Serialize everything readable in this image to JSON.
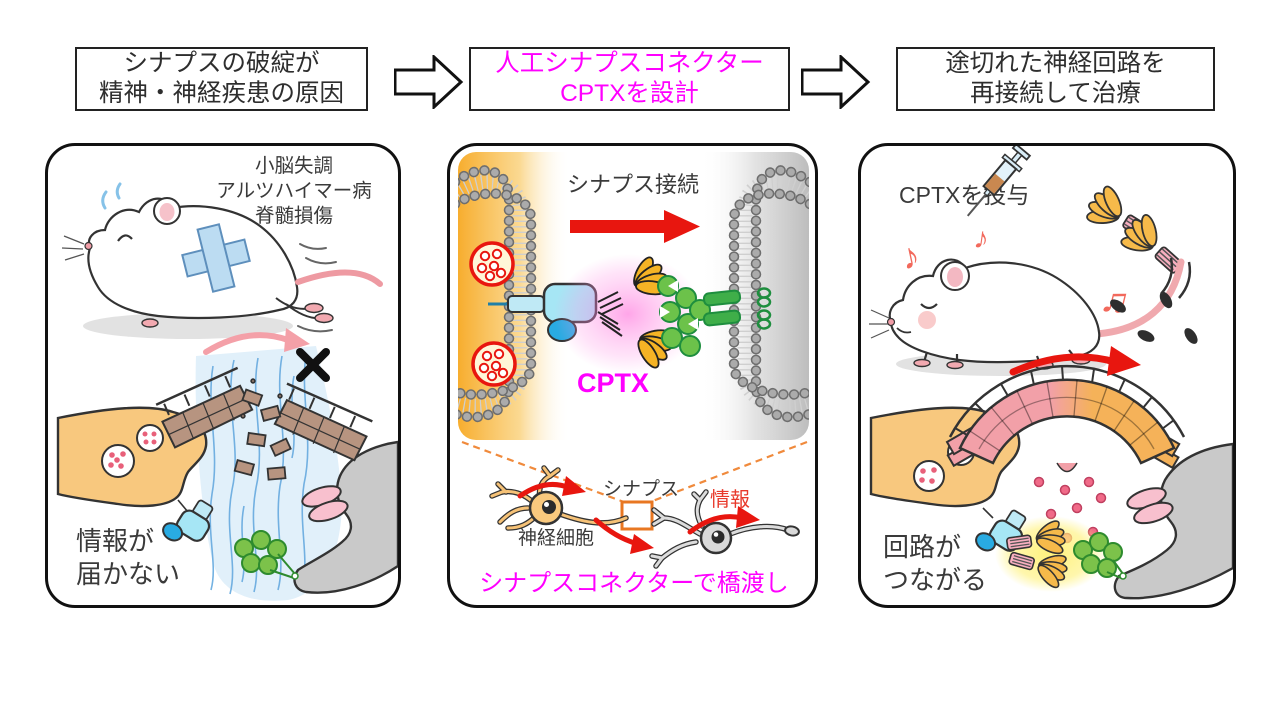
{
  "flow": {
    "step1": {
      "line1": "シナプスの破綻が",
      "line2": "精神・神経疾患の原因"
    },
    "step2": {
      "line1": "人工シナプスコネクター",
      "line2": "CPTXを設計"
    },
    "step3": {
      "line1": "途切れた神経回路を",
      "line2": "再接続して治療"
    }
  },
  "panels": {
    "left": {
      "diseases": [
        "小脳失調",
        "アルツハイマー病",
        "脊髄損傷"
      ],
      "caption_line1": "情報が",
      "caption_line2": "届かない"
    },
    "middle": {
      "arrow_label": "シナプス接続",
      "molecule_label": "CPTX",
      "synapse_label": "シナプス",
      "neuron_label": "神経細胞",
      "signal_label": "情報",
      "bottom_caption": "シナプスコネクターで橋渡し"
    },
    "right": {
      "top_label": "CPTXを投与",
      "caption_line1": "回路が",
      "caption_line2": "つながる"
    }
  },
  "colors": {
    "accent_magenta": "#FF00FF",
    "arrow_red": "#E8160F",
    "signal_red": "#E8392B",
    "presynaptic_orange": "#F8C87E",
    "postsynaptic_gray": "#C9C9C9",
    "bridge_brown": "#B79480",
    "bridge_pink": "#F2A0A8",
    "bridge_orange": "#F5B259",
    "cptx_fan_orange": "#F5B325",
    "receptor_green": "#6CC24A",
    "receptor_cyan": "#A6E6F5",
    "glow_magenta": "#FF66DD",
    "glow_yellow": "#FFF176",
    "river_blue": "#66AADF",
    "synapse_box_orange": "#E87722"
  }
}
